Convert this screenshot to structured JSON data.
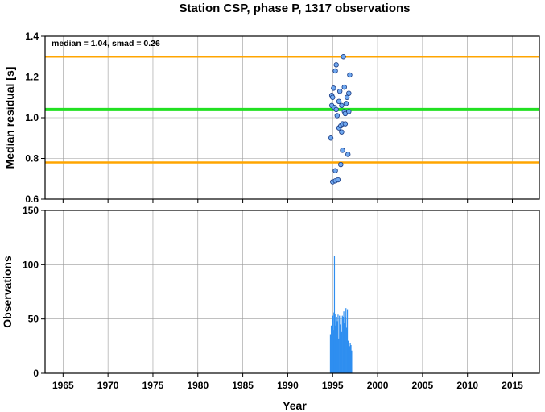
{
  "chart_data": [
    {
      "type": "scatter",
      "title": "Station CSP, phase P, 1317 observations",
      "ylabel": "Median residual [s]",
      "xlim": [
        1963,
        2018
      ],
      "ylim": [
        0.6,
        1.4
      ],
      "yticks": [
        "0.6",
        "0.8",
        "1.0",
        "1.2",
        "1.4"
      ],
      "grid": true,
      "annotation": "median = 1.04, smad = 0.26",
      "reference_lines": [
        {
          "y": 1.04,
          "color": "#22e022",
          "meaning": "median"
        },
        {
          "y": 1.3,
          "color": "#ffa500",
          "meaning": "median + smad"
        },
        {
          "y": 0.78,
          "color": "#ffa500",
          "meaning": "median - smad"
        }
      ],
      "marker_color": "#6fa8f0",
      "points": [
        {
          "x": 1994.8,
          "y": 0.9
        },
        {
          "x": 1994.9,
          "y": 1.06
        },
        {
          "x": 1994.9,
          "y": 1.11
        },
        {
          "x": 1995.0,
          "y": 0.685
        },
        {
          "x": 1995.0,
          "y": 1.1
        },
        {
          "x": 1995.1,
          "y": 1.145
        },
        {
          "x": 1995.2,
          "y": 1.05
        },
        {
          "x": 1995.3,
          "y": 0.69
        },
        {
          "x": 1995.3,
          "y": 0.74
        },
        {
          "x": 1995.3,
          "y": 1.23
        },
        {
          "x": 1995.4,
          "y": 1.26
        },
        {
          "x": 1995.4,
          "y": 1.04
        },
        {
          "x": 1995.5,
          "y": 1.01
        },
        {
          "x": 1995.6,
          "y": 0.695
        },
        {
          "x": 1995.7,
          "y": 0.95
        },
        {
          "x": 1995.7,
          "y": 1.08
        },
        {
          "x": 1995.8,
          "y": 1.13
        },
        {
          "x": 1995.9,
          "y": 0.96
        },
        {
          "x": 1995.9,
          "y": 0.77
        },
        {
          "x": 1996.0,
          "y": 1.06
        },
        {
          "x": 1996.0,
          "y": 0.93
        },
        {
          "x": 1996.1,
          "y": 0.84
        },
        {
          "x": 1996.1,
          "y": 0.97
        },
        {
          "x": 1996.2,
          "y": 1.3
        },
        {
          "x": 1996.3,
          "y": 1.03
        },
        {
          "x": 1996.3,
          "y": 1.15
        },
        {
          "x": 1996.4,
          "y": 1.02
        },
        {
          "x": 1996.4,
          "y": 0.97
        },
        {
          "x": 1996.5,
          "y": 1.07
        },
        {
          "x": 1996.6,
          "y": 1.1
        },
        {
          "x": 1996.7,
          "y": 0.82
        },
        {
          "x": 1996.8,
          "y": 1.12
        },
        {
          "x": 1996.8,
          "y": 1.03
        },
        {
          "x": 1996.9,
          "y": 1.21
        }
      ]
    },
    {
      "type": "bar",
      "ylabel": "Observations",
      "xlabel": "Year",
      "xlim": [
        1963,
        2018
      ],
      "ylim": [
        0,
        150
      ],
      "yticks": [
        "0",
        "50",
        "100",
        "150"
      ],
      "xticks": [
        "1965",
        "1970",
        "1975",
        "1980",
        "1985",
        "1990",
        "1995",
        "2000",
        "2005",
        "2010",
        "2015"
      ],
      "grid": true,
      "bar_color": "#2e8ef0",
      "bars": [
        {
          "x": 1994.75,
          "y": 36
        },
        {
          "x": 1994.85,
          "y": 44
        },
        {
          "x": 1994.95,
          "y": 48
        },
        {
          "x": 1995.02,
          "y": 53
        },
        {
          "x": 1995.08,
          "y": 40
        },
        {
          "x": 1995.14,
          "y": 56
        },
        {
          "x": 1995.2,
          "y": 108
        },
        {
          "x": 1995.26,
          "y": 44
        },
        {
          "x": 1995.32,
          "y": 55
        },
        {
          "x": 1995.38,
          "y": 38
        },
        {
          "x": 1995.44,
          "y": 52
        },
        {
          "x": 1995.52,
          "y": 48
        },
        {
          "x": 1995.6,
          "y": 54
        },
        {
          "x": 1995.68,
          "y": 32
        },
        {
          "x": 1995.76,
          "y": 53
        },
        {
          "x": 1995.84,
          "y": 45
        },
        {
          "x": 1995.92,
          "y": 50
        },
        {
          "x": 1996.0,
          "y": 38
        },
        {
          "x": 1996.08,
          "y": 53
        },
        {
          "x": 1996.16,
          "y": 52
        },
        {
          "x": 1996.24,
          "y": 57
        },
        {
          "x": 1996.32,
          "y": 46
        },
        {
          "x": 1996.4,
          "y": 52
        },
        {
          "x": 1996.48,
          "y": 60
        },
        {
          "x": 1996.56,
          "y": 42
        },
        {
          "x": 1996.64,
          "y": 59
        },
        {
          "x": 1996.72,
          "y": 30
        },
        {
          "x": 1996.8,
          "y": 20
        },
        {
          "x": 1996.88,
          "y": 25
        },
        {
          "x": 1996.96,
          "y": 28
        },
        {
          "x": 1997.04,
          "y": 26
        },
        {
          "x": 1997.12,
          "y": 21
        }
      ]
    }
  ]
}
